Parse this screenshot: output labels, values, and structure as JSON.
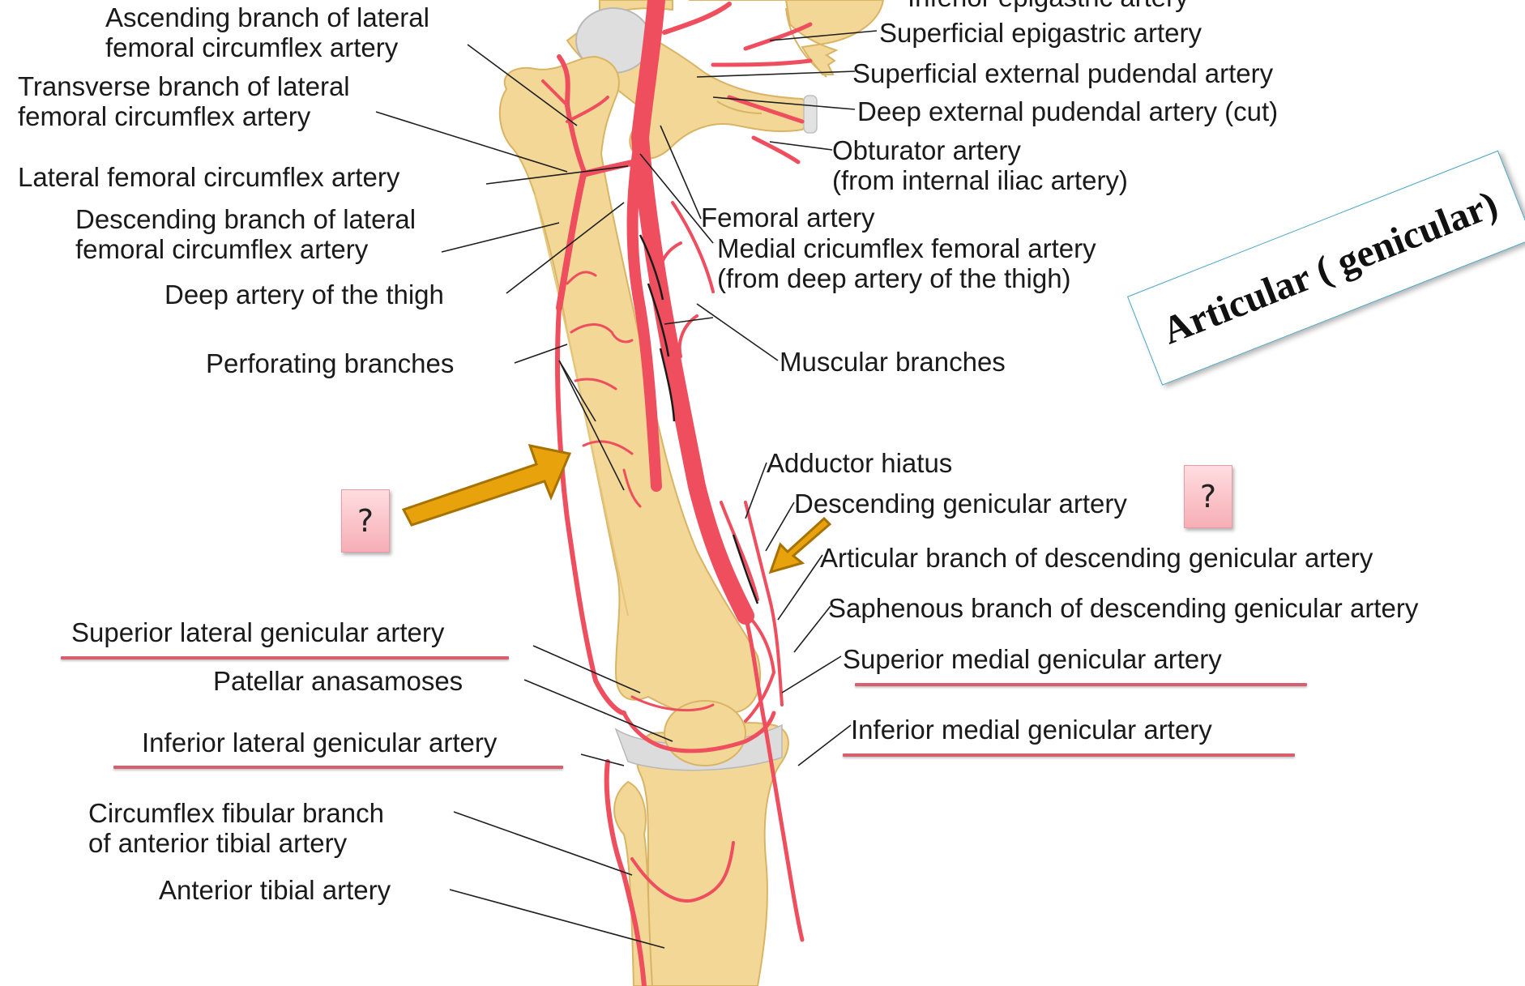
{
  "labels": {
    "cut_top": "Inferior epigastric artery",
    "asc_lfca": [
      "Ascending branch of lateral",
      "femoral circumflex artery"
    ],
    "trans_lfca": [
      "Transverse branch of lateral",
      "femoral circumflex artery"
    ],
    "lfca": "Lateral femoral circumflex artery",
    "desc_lfca": [
      "Descending branch of lateral",
      "femoral circumflex artery"
    ],
    "deep_thigh": "Deep artery of the thigh",
    "perforating": "Perforating branches",
    "sup_lat_gen": "Superior lateral genicular artery",
    "patellar": "Patellar anasamoses",
    "inf_lat_gen": "Inferior lateral genicular artery",
    "circ_fib": [
      "Circumflex fibular branch",
      "of anterior tibial artery"
    ],
    "ant_tib": "Anterior tibial artery",
    "sup_epi": "Superficial epigastric artery",
    "sup_ext_pud": "Superficial external pudendal artery",
    "deep_ext_pud": "Deep external pudendal artery (cut)",
    "obturator": [
      "Obturator artery",
      "(from internal iliac artery)"
    ],
    "femoral": "Femoral artery",
    "medial_circ": [
      "Medial cricumflex femoral artery",
      "(from deep artery of the thigh)"
    ],
    "muscular": "Muscular branches",
    "add_hiatus": "Adductor hiatus",
    "desc_gen": "Descending genicular artery",
    "art_branch": "Articular branch of descending genicular artery",
    "saph_branch": "Saphenous branch of descending genicular artery",
    "sup_med_gen": "Superior medial genicular artery",
    "inf_med_gen": "Inferior medial genicular artery"
  },
  "callout": "Articular ( genicular)",
  "question_marks": [
    "?",
    "?"
  ],
  "colors": {
    "bone": "#f3d796",
    "bone_outline": "#d9b465",
    "cartilage": "#dcdcdc",
    "artery": "#ee4e5e",
    "artery_dark": "#c8283a",
    "arrow_fill": "#e8a30c",
    "arrow_outline": "#a77200",
    "underline": "#d8606e",
    "callout_border": "#4aa6c4",
    "question_box": "#f8bcc3"
  }
}
